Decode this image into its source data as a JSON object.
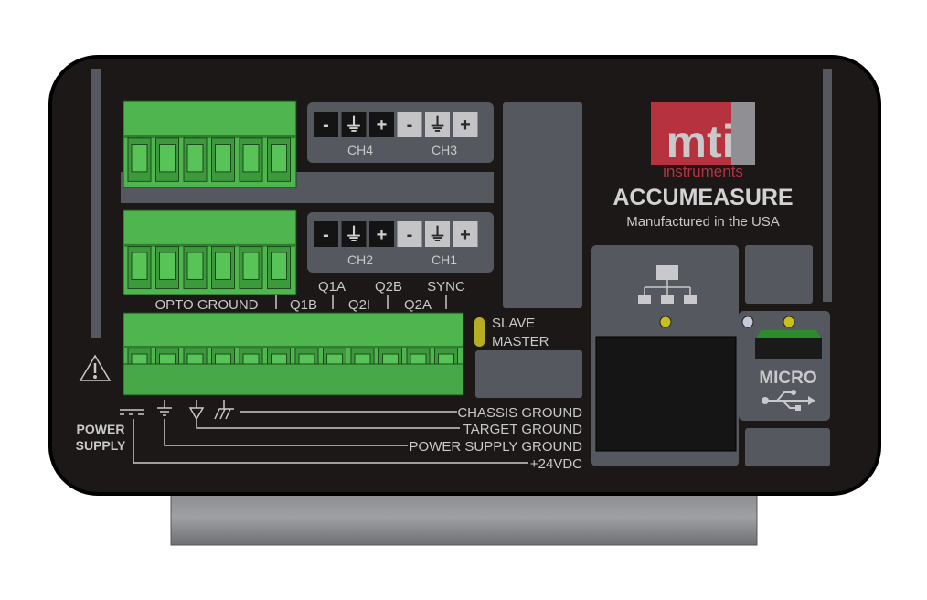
{
  "device": {
    "brand_logo": "mti",
    "brand_sub": "instruments",
    "product_name": "ACCUMEASURE",
    "tagline": "Manufactured in the USA"
  },
  "channels": {
    "top": {
      "left": "CH4",
      "right": "CH3"
    },
    "bottom": {
      "left": "CH2",
      "right": "CH1"
    },
    "symbols": [
      "-",
      "⏚",
      "+"
    ]
  },
  "io_labels": {
    "upper": [
      "Q1A",
      "Q2B",
      "SYNC"
    ],
    "lower": [
      "OPTO GROUND",
      "Q1B",
      "Q2I",
      "Q2A"
    ]
  },
  "mode_switch": {
    "slave": "SLAVE",
    "master": "MASTER"
  },
  "power_block": {
    "title_line1": "POWER",
    "title_line2": "SUPPLY",
    "chassis_ground": "CHASSIS GROUND",
    "target_ground": "TARGET GROUND",
    "ps_ground": "POWER SUPPLY GROUND",
    "vdc": "+24VDC"
  },
  "usb": {
    "label": "MICRO"
  },
  "colors": {
    "body": "#1b1817",
    "panel_gray": "#55585e",
    "connector_green": "#4fb64f",
    "logo_red": "#b5323e",
    "led_yellow": "#c8c01a"
  }
}
